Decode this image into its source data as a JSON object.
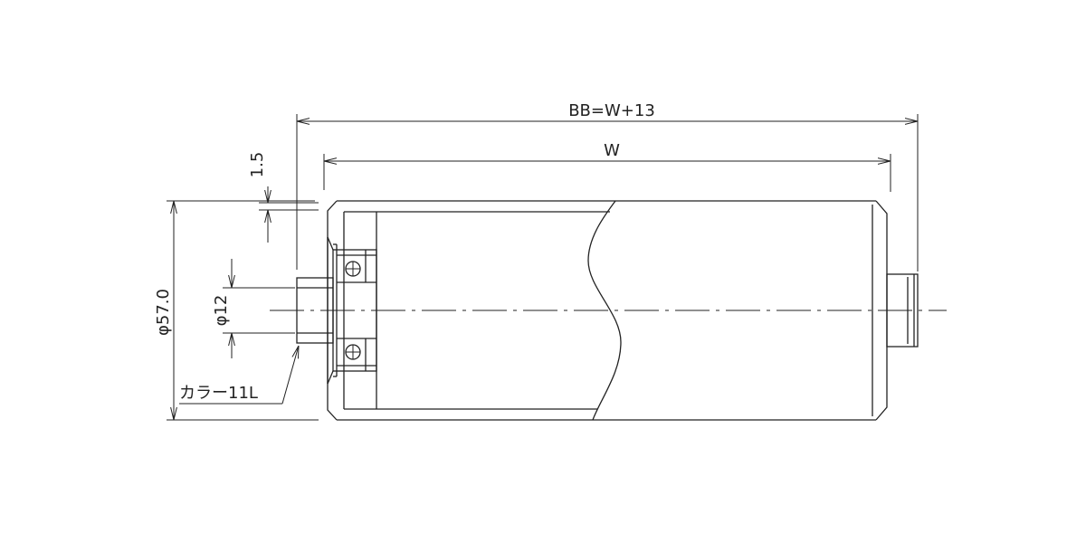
{
  "drawing": {
    "dimensions": {
      "overall_length": "BB=W+13",
      "tube_width": "W",
      "step": "1.5",
      "tube_diameter": "φ57.0",
      "shaft_diameter": "φ12"
    },
    "callouts": {
      "collar": "カラー11L"
    },
    "line_color": "#222222"
  }
}
